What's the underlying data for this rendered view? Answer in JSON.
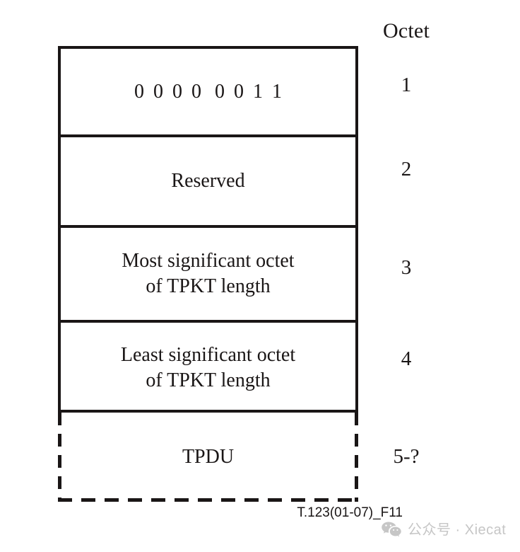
{
  "figure": {
    "caption": "T.123(01-07)_F11",
    "column_header": "Octet",
    "stroke_color": "#1a1616",
    "background_color": "#ffffff",
    "rows": [
      {
        "octet": "1",
        "label": "0 0 0 0 0 0 1 1",
        "bits_high": [
          "0",
          "0",
          "0",
          "0"
        ],
        "bits_low": [
          "0",
          "0",
          "1",
          "1"
        ],
        "border": "solid"
      },
      {
        "octet": "2",
        "label": "Reserved",
        "border": "solid"
      },
      {
        "octet": "3",
        "label": "Most significant octet\nof TPKT length",
        "border": "solid"
      },
      {
        "octet": "4",
        "label": "Least significant octet\nof TPKT length",
        "border": "solid"
      },
      {
        "octet": "5-?",
        "label": "TPDU",
        "border": "dashed"
      }
    ]
  },
  "watermark": {
    "icon": "wechat-icon",
    "text": "公众号 · Xiecat",
    "color": "#c6c6c6"
  }
}
